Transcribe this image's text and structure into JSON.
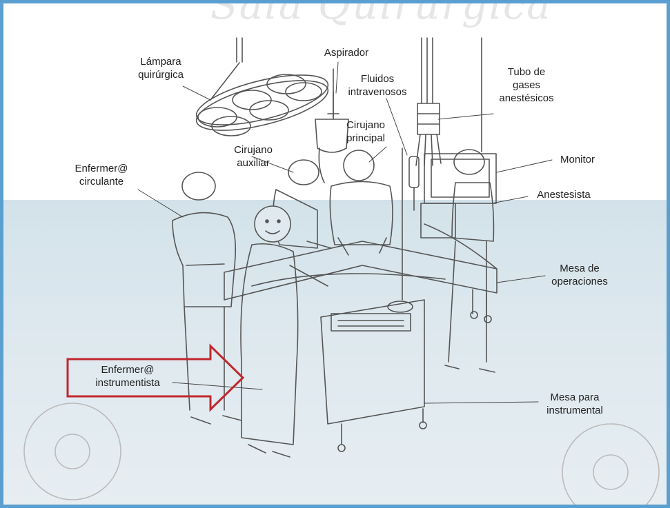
{
  "watermark": "Sala Quirúrgica",
  "labels": {
    "lampara": [
      "Lámpara",
      "quirúrgica"
    ],
    "aspirador": [
      "Aspirador"
    ],
    "fluidos": [
      "Fluidos",
      "intravenosos"
    ],
    "tubo": [
      "Tubo de",
      "gases",
      "anestésicos"
    ],
    "cirujano_principal": [
      "Cirujano",
      "principal"
    ],
    "cirujano_auxiliar": [
      "Cirujano",
      "auxiliar"
    ],
    "enfermera_circulante": [
      "Enfermer@",
      "circulante"
    ],
    "monitor": [
      "Monitor"
    ],
    "anestesista": [
      "Anestesista"
    ],
    "mesa_operaciones": [
      "Mesa de",
      "operaciones"
    ],
    "enfermera_instrumentista": [
      "Enfermer@",
      "instrumentista"
    ],
    "mesa_instrumental": [
      "Mesa para",
      "instrumental"
    ]
  },
  "colors": {
    "frame": "#5a9fd0",
    "highlight_arrow": "#c0272d",
    "line_art": "#555555"
  }
}
